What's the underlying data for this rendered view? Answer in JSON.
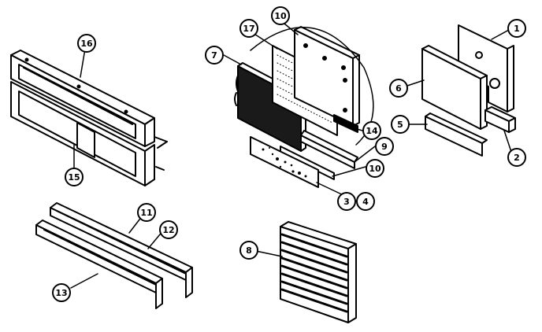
{
  "callouts": {
    "c1": "1",
    "c2": "2",
    "c3": "3",
    "c4": "4",
    "c5": "5",
    "c6": "6",
    "c7": "7",
    "c8": "8",
    "c9": "9",
    "c10a": "10",
    "c10b": "10",
    "c11": "11",
    "c12": "12",
    "c13": "13",
    "c14": "14",
    "c15": "15",
    "c16": "16",
    "c17": "17"
  },
  "colors": {
    "ink": "#000000",
    "paper": "#ffffff"
  }
}
